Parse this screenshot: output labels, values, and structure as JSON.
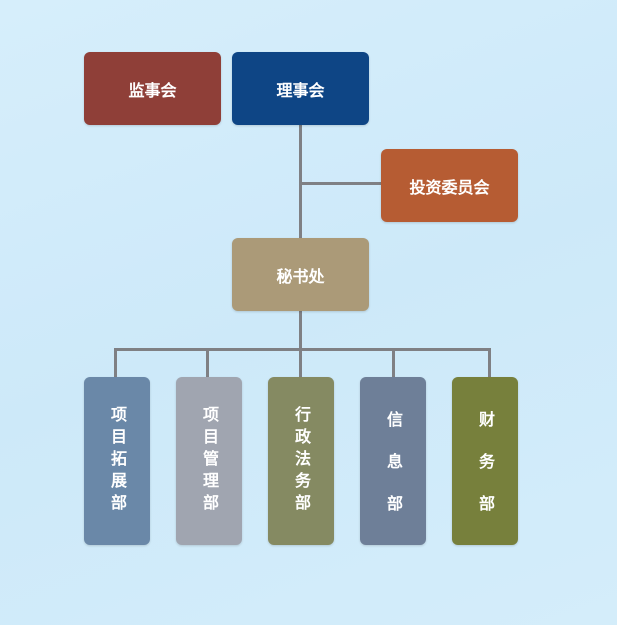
{
  "top": [
    {
      "label": "监事会",
      "color": "#8f3f38"
    },
    {
      "label": "理事会",
      "color": "#0e4585"
    },
    {
      "label": "投资委员会",
      "color": "#b65c33"
    },
    {
      "label": "秘书处",
      "color": "#ab9a78"
    }
  ],
  "departments": [
    {
      "label": "项目拓展部",
      "color": "#6a88a8"
    },
    {
      "label": "项目管理部",
      "color": "#a0a5b0"
    },
    {
      "label": "行政法务部",
      "color": "#858a62"
    },
    {
      "label": "信息部",
      "color": "#6e7f98"
    },
    {
      "label": "财务部",
      "color": "#77803c"
    }
  ]
}
